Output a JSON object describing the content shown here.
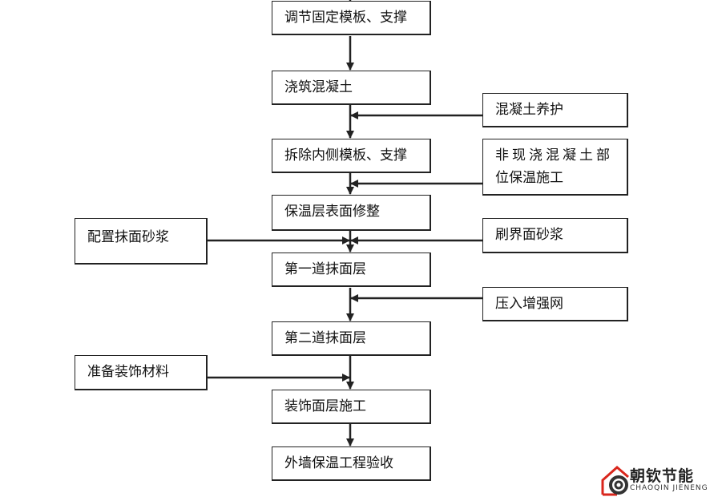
{
  "main_steps": [
    "调节固定模板、支撑",
    "浇筑混凝土",
    "拆除内侧模板、支撑",
    "保温层表面修整",
    "第一道抹面层",
    "第二道抹面层",
    "装饰面层施工",
    "外墙保温工程验收"
  ],
  "right_inputs": [
    "混凝土养护",
    [
      "非现浇混凝土部",
      "位保温施工"
    ],
    "刷界面砂浆",
    "压入增强网"
  ],
  "left_inputs": [
    "配置抹面砂浆",
    "准备装饰材料"
  ],
  "logo": {
    "cn": "朝钦节能",
    "en": "CHAOQIN JIENENG",
    "color": "#d9261c"
  }
}
